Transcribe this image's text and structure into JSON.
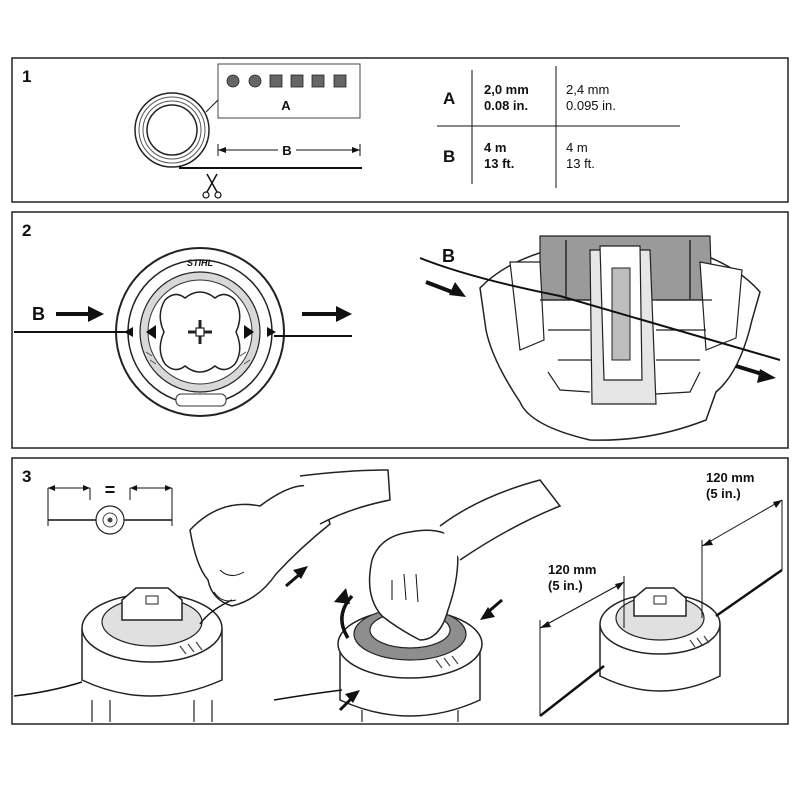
{
  "steps": {
    "s1": "1",
    "s2": "2",
    "s3": "3"
  },
  "panel1": {
    "label_a": "A",
    "label_b": "B",
    "table": {
      "rows": [
        {
          "key": "A",
          "col1_mm": "2,0 mm",
          "col1_in": "0.08 in.",
          "col2_mm": "2,4 mm",
          "col2_in": "0.095 in."
        },
        {
          "key": "B",
          "col1_mm": "4 m",
          "col1_in": "13 ft.",
          "col2_mm": "4 m",
          "col2_in": "13 ft."
        }
      ]
    }
  },
  "panel2": {
    "label_b_left": "B",
    "label_b_right": "B",
    "brand": "STIHL"
  },
  "panel3": {
    "equal_sign": "=",
    "len_left_mm": "120 mm",
    "len_left_in": "(5 in.)",
    "len_right_mm": "120 mm",
    "len_right_in": "(5 in.)"
  }
}
